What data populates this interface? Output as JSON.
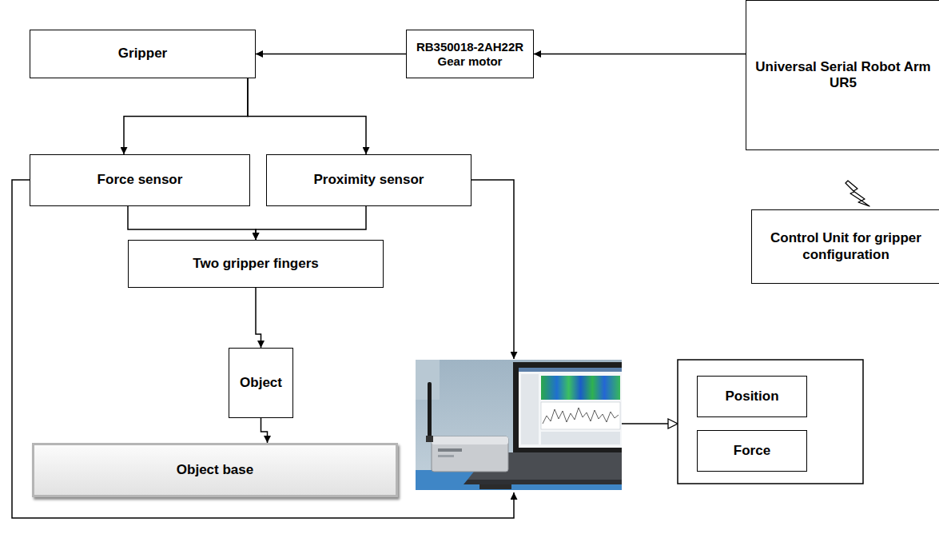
{
  "diagram": {
    "nodes": [
      {
        "text": [
          "Gripper"
        ]
      },
      {
        "text": [
          "RB350018-2AH22R Gear motor"
        ]
      },
      {
        "text": [
          "Universal Serial Robot Arm UR5"
        ]
      },
      {
        "text": [
          "Force  sensor"
        ]
      },
      {
        "text": [
          "Proximity sensor"
        ]
      },
      {
        "text": [
          "Control Unit for gripper configuration"
        ]
      },
      {
        "text": [
          "Two gripper fingers"
        ]
      },
      {
        "text": [
          "Object"
        ]
      },
      {
        "text": [
          "Object base"
        ]
      },
      {
        "text": [
          "Position"
        ]
      },
      {
        "text": [
          "Force"
        ]
      }
    ],
    "edges": [
      {
        "from": 2,
        "to": 1,
        "arrow": "to"
      },
      {
        "from": 1,
        "to": 0,
        "arrow": "to"
      },
      {
        "from": 0,
        "to": 3,
        "arrow": "to"
      },
      {
        "from": 0,
        "to": 4,
        "arrow": "to"
      },
      {
        "from": 3,
        "to": 6,
        "arrow": "to"
      },
      {
        "from": 4,
        "to": 6,
        "arrow": "to"
      },
      {
        "from": 6,
        "to": 7,
        "arrow": "to"
      },
      {
        "from": 7,
        "to": 8,
        "arrow": "to"
      }
    ]
  }
}
